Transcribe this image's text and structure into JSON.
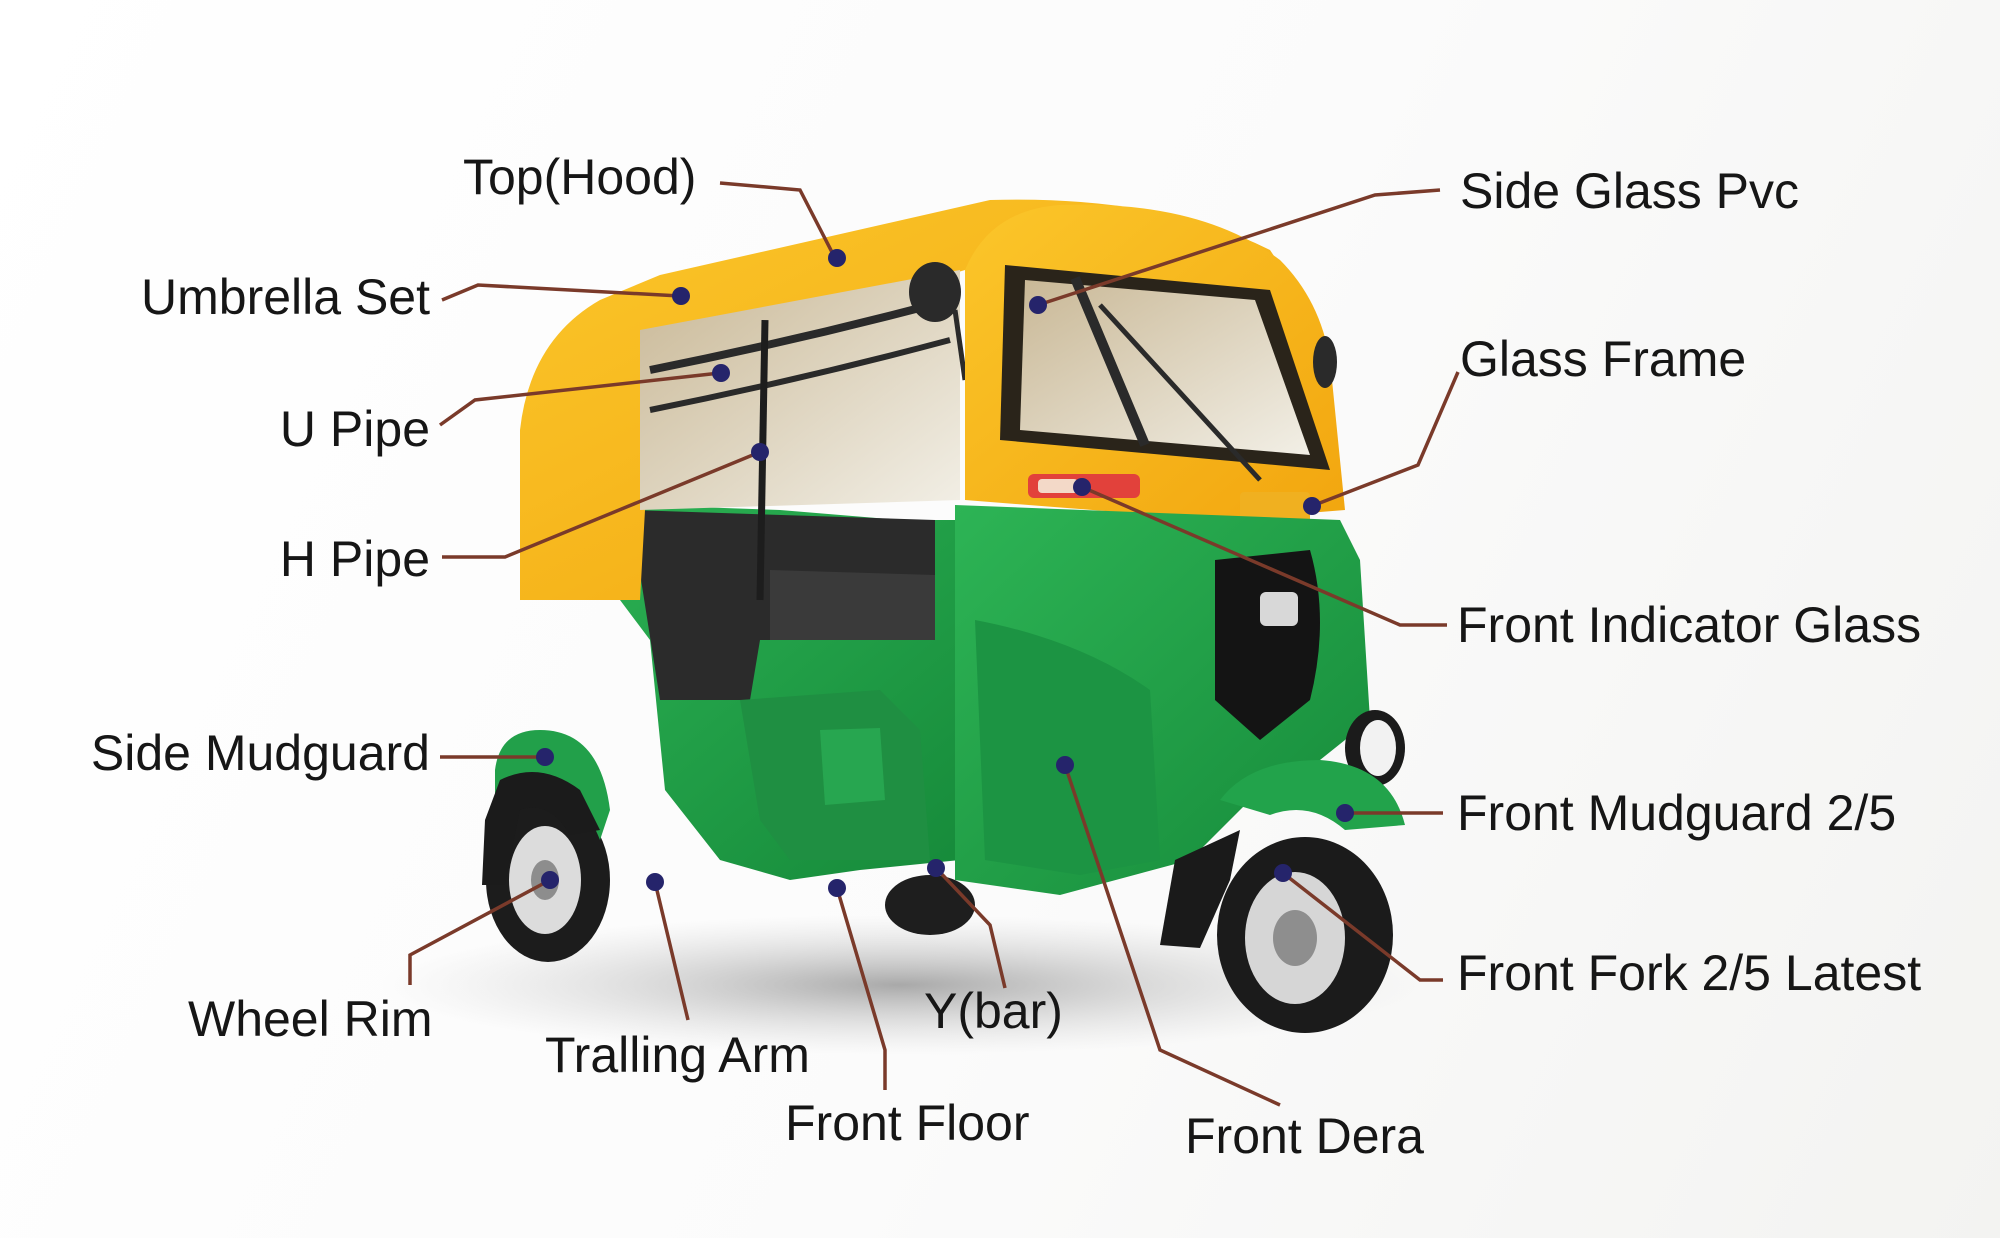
{
  "diagram": {
    "labels": {
      "top_hood": "Top(Hood)",
      "umbrella_set": "Umbrella Set",
      "u_pipe": "U Pipe",
      "h_pipe": "H Pipe",
      "side_mudguard": "Side Mudguard",
      "wheel_rim": "Wheel Rim",
      "tralling_arm": "Tralling Arm",
      "front_floor": "Front Floor",
      "y_bar": "Y(bar)",
      "front_dera": "Front Dera",
      "side_glass_pvc": "Side Glass Pvc",
      "glass_frame": "Glass Frame",
      "front_indicator_glass": "Front Indicator Glass",
      "front_mudguard": "Front Mudguard 2/5",
      "front_fork": "Front Fork 2/5 Latest"
    },
    "colors": {
      "hood_yellow": "#f7b719",
      "body_green": "#21a14a",
      "leader_line": "#7a3a2a",
      "marker_dot": "#25246b",
      "label_text": "#161616"
    }
  }
}
